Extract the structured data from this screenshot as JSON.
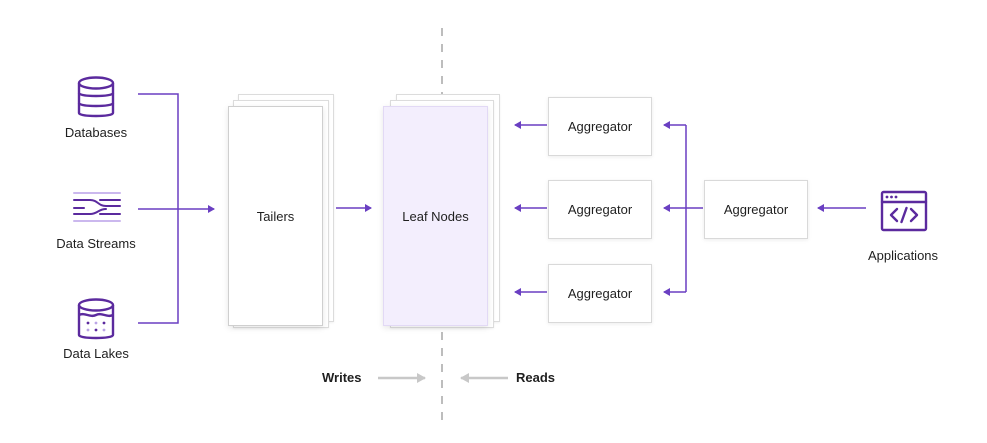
{
  "sources": {
    "databases": "Databases",
    "data_streams": "Data Streams",
    "data_lakes": "Data Lakes"
  },
  "tailers": "Tailers",
  "leaf_nodes": "Leaf Nodes",
  "aggregators": [
    "Aggregator",
    "Aggregator",
    "Aggregator",
    "Aggregator"
  ],
  "applications": "Applications",
  "writes": "Writes",
  "reads": "Reads",
  "colors": {
    "accent": "#5b2a9e",
    "connector": "#6a3fc2",
    "leaf_fill": "#f3eefd",
    "gray_arrow": "#c8c8c8"
  }
}
